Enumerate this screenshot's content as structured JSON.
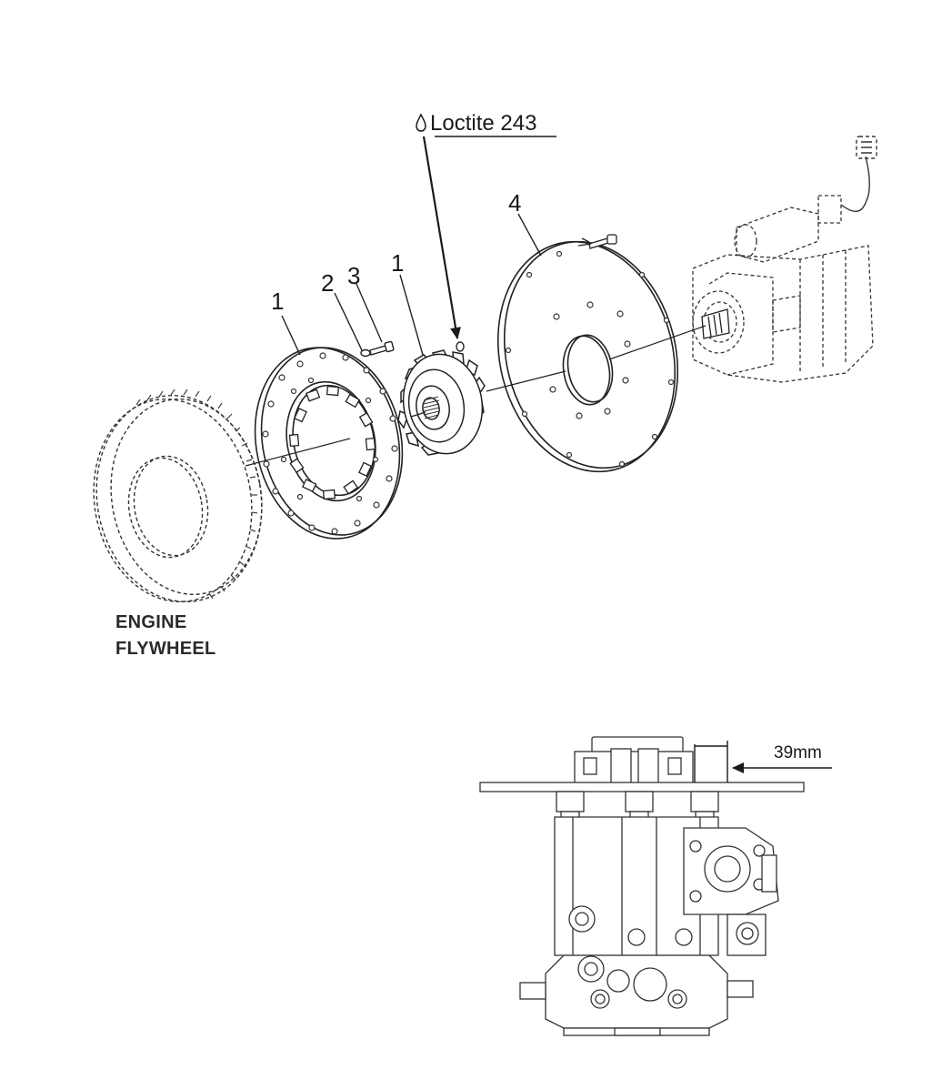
{
  "callouts": {
    "part_1_left": "1",
    "part_2": "2",
    "part_3": "3",
    "part_1_right": "1",
    "part_4": "4"
  },
  "annotations": {
    "adhesive": "Loctite 243",
    "flywheel_line1": "ENGINE",
    "flywheel_line2": "FLYWHEEL",
    "dimension": "39mm"
  },
  "icons": {
    "adhesive_marker": "drop-icon"
  }
}
